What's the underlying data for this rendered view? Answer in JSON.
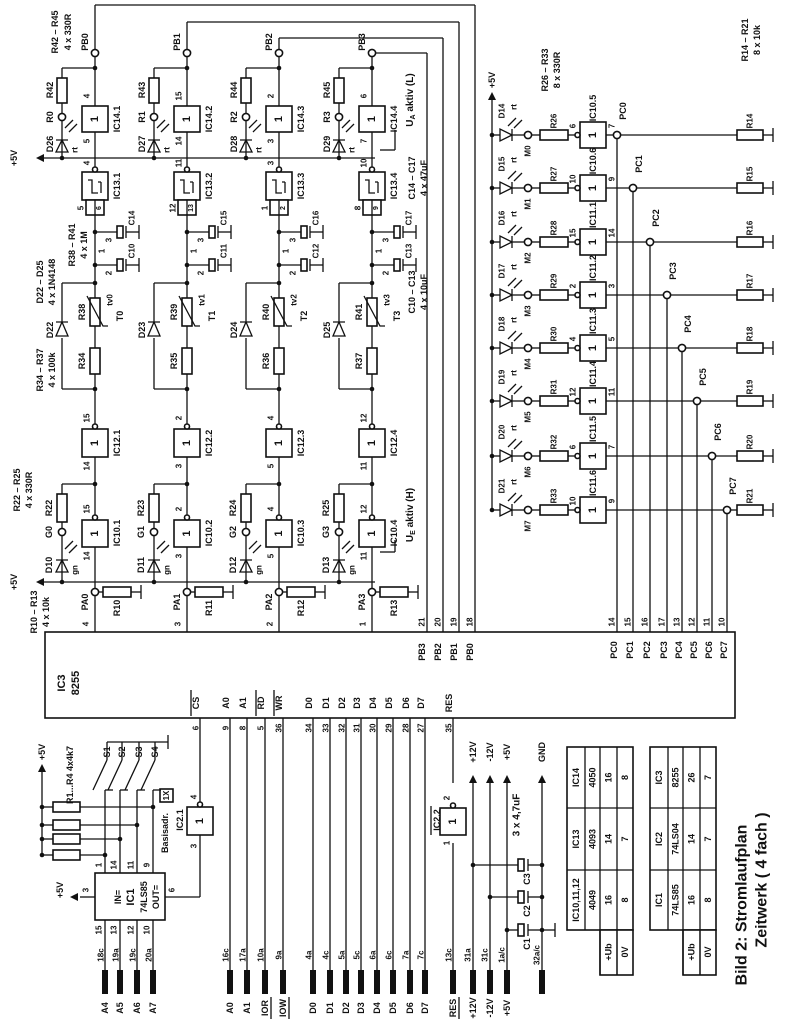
{
  "title": {
    "line1": "Bild 2:  Stromlaufplan",
    "line2": "Zeitwerk ( 4 fach )"
  },
  "ic3": {
    "name": "IC3",
    "type": "8255"
  },
  "supply_label": "+5V",
  "channels": [
    {
      "pa": "PA0",
      "pa_pin": "4",
      "r_pd": "R10",
      "led": "D10",
      "led_color": "gn",
      "g": "G0",
      "r_led": "R22",
      "ic10": "IC10.1",
      "ic10_in": "14",
      "ic10_out": "15",
      "ic12": "IC12.1",
      "ic12_in": "14",
      "ic12_out": "15",
      "r_ser": "R34",
      "diode": "D22",
      "therm": "R38",
      "tv": "tv0",
      "t": "T0",
      "c_low": "C10",
      "c_high": "C14",
      "j1": "1",
      "j2": "2",
      "j3": "3",
      "ic13": "IC13.1",
      "ic13_in_inner": "6",
      "ic13_in_outer": "5",
      "ic13_out": "4",
      "ic14": "IC14.1",
      "ic14_in": "5",
      "ic14_out": "4",
      "led2": "D26",
      "led2_color": "rt",
      "rname": "R0",
      "r_led2": "R42",
      "pb": "PB0",
      "pb_pin": "18"
    },
    {
      "pa": "PA1",
      "pa_pin": "3",
      "r_pd": "R11",
      "led": "D11",
      "led_color": "gn",
      "g": "G1",
      "r_led": "R23",
      "ic10": "IC10.2",
      "ic10_in": "3",
      "ic10_out": "2",
      "ic12": "IC12.2",
      "ic12_in": "3",
      "ic12_out": "2",
      "r_ser": "R35",
      "diode": "D23",
      "therm": "R39",
      "tv": "tv1",
      "t": "T1",
      "c_low": "C11",
      "c_high": "C15",
      "j1": "1",
      "j2": "2",
      "j3": "3",
      "ic13": "IC13.2",
      "ic13_in_inner": "13",
      "ic13_in_outer": "12",
      "ic13_out": "11",
      "ic14": "IC14.2",
      "ic14_in": "14",
      "ic14_out": "15",
      "led2": "D27",
      "led2_color": "rt",
      "rname": "R1",
      "r_led2": "R43",
      "pb": "PB1",
      "pb_pin": "19"
    },
    {
      "pa": "PA2",
      "pa_pin": "2",
      "r_pd": "R12",
      "led": "D12",
      "led_color": "gn",
      "g": "G2",
      "r_led": "R24",
      "ic10": "IC10.3",
      "ic10_in": "5",
      "ic10_out": "4",
      "ic12": "IC12.3",
      "ic12_in": "5",
      "ic12_out": "4",
      "r_ser": "R36",
      "diode": "D24",
      "therm": "R40",
      "tv": "tv2",
      "t": "T2",
      "c_low": "C12",
      "c_high": "C16",
      "j1": "1",
      "j2": "2",
      "j3": "3",
      "ic13": "IC13.3",
      "ic13_in_inner": "2",
      "ic13_in_outer": "1",
      "ic13_out": "3",
      "ic14": "IC14.3",
      "ic14_in": "3",
      "ic14_out": "2",
      "led2": "D28",
      "led2_color": "rt",
      "rname": "R2",
      "r_led2": "R44",
      "pb": "PB2",
      "pb_pin": "20"
    },
    {
      "pa": "PA3",
      "pa_pin": "1",
      "r_pd": "R13",
      "led": "D13",
      "led_color": "gn",
      "g": "G3",
      "r_led": "R25",
      "ic10": "IC10.4",
      "ic10_in": "11",
      "ic10_out": "12",
      "ic12": "IC12.4",
      "ic12_in": "11",
      "ic12_out": "12",
      "r_ser": "R37",
      "diode": "D25",
      "therm": "R41",
      "tv": "tv3",
      "t": "T3",
      "c_low": "C13",
      "c_high": "C17",
      "j1": "1",
      "j2": "2",
      "j3": "3",
      "ic13": "IC13.4",
      "ic13_in_inner": "9",
      "ic13_in_outer": "8",
      "ic13_out": "10",
      "ic14": "IC14.4",
      "ic14_in": "7",
      "ic14_out": "6",
      "led2": "D29",
      "led2_color": "rt",
      "rname": "R3",
      "r_led2": "R45",
      "pb": "PB3",
      "pb_pin": "21"
    }
  ],
  "channel_notes": {
    "r42_45": [
      "R42 – R45",
      "4 x 330R"
    ],
    "d22_25": [
      "D22 – D25",
      "4 x 1N4148"
    ],
    "r38_41": [
      "R38 – R41",
      "4 x 1M"
    ],
    "c14_17": [
      "C14 – C17",
      "4 x 47uF"
    ],
    "c10_13": [
      "C10 – C13",
      "4 x 10uF"
    ],
    "r34_37": [
      "R34 – R37",
      "4 x 100k"
    ],
    "r22_25": [
      "R22 – R25",
      "4 x 330R"
    ],
    "r10_13": [
      "R10 – R13",
      "4 x 10k"
    ]
  },
  "ua_label": {
    "symbol": "U",
    "subscript": "A",
    "text": " aktiv (L)"
  },
  "ue_label": {
    "symbol": "U",
    "subscript": "E",
    "text": " aktiv (H)"
  },
  "outputs": [
    {
      "pc": "PC0",
      "pin": "14",
      "led": "D14",
      "color": "rt",
      "m": "M0",
      "r": "R26",
      "ic": "IC10.5",
      "in": "6",
      "out": "7",
      "rpd": "R14"
    },
    {
      "pc": "PC1",
      "pin": "15",
      "led": "D15",
      "color": "rt",
      "m": "M1",
      "r": "R27",
      "ic": "IC10.6",
      "in": "10",
      "out": "9",
      "rpd": "R15"
    },
    {
      "pc": "PC2",
      "pin": "16",
      "led": "D16",
      "color": "rt",
      "m": "M2",
      "r": "R28",
      "ic": "IC11.1",
      "in": "15",
      "out": "14",
      "rpd": "R16"
    },
    {
      "pc": "PC3",
      "pin": "17",
      "led": "D17",
      "color": "rt",
      "m": "M3",
      "r": "R29",
      "ic": "IC11.2",
      "in": "2",
      "out": "3",
      "rpd": "R17"
    },
    {
      "pc": "PC4",
      "pin": "13",
      "led": "D18",
      "color": "rt",
      "m": "M4",
      "r": "R30",
      "ic": "IC11.3",
      "in": "4",
      "out": "5",
      "rpd": "R18"
    },
    {
      "pc": "PC5",
      "pin": "12",
      "led": "D19",
      "color": "rt",
      "m": "M5",
      "r": "R31",
      "ic": "IC11.4",
      "in": "12",
      "out": "11",
      "rpd": "R19"
    },
    {
      "pc": "PC6",
      "pin": "11",
      "led": "D20",
      "color": "rt",
      "m": "M6",
      "r": "R32",
      "ic": "IC11.5",
      "in": "6",
      "out": "7",
      "rpd": "R20"
    },
    {
      "pc": "PC7",
      "pin": "10",
      "led": "D21",
      "color": "rt",
      "m": "M7",
      "r": "R33",
      "ic": "IC11.6",
      "in": "10",
      "out": "9",
      "rpd": "R21"
    }
  ],
  "output_notes": {
    "r26_33": [
      "R26 – R33",
      "8 x 330R"
    ],
    "r14_21": [
      "R14 – R21",
      "8 x 10k"
    ]
  },
  "bus": [
    {
      "sig": "CS",
      "pin": "6"
    },
    {
      "sig": "A0",
      "pin": "9",
      "conn_pin": "16c",
      "conn": "A0"
    },
    {
      "sig": "A1",
      "pin": "8",
      "conn_pin": "17a",
      "conn": "A1"
    },
    {
      "sig": "RD",
      "pin": "5",
      "conn_pin": "10a",
      "conn": "IOR"
    },
    {
      "sig": "WR",
      "pin": "36",
      "conn_pin": "9a",
      "conn": "IOW"
    },
    {
      "sig": "D0",
      "pin": "34",
      "conn_pin": "4a",
      "conn": "D0"
    },
    {
      "sig": "D1",
      "pin": "33",
      "conn_pin": "4c",
      "conn": "D1"
    },
    {
      "sig": "D2",
      "pin": "32",
      "conn_pin": "5a",
      "conn": "D2"
    },
    {
      "sig": "D3",
      "pin": "31",
      "conn_pin": "5c",
      "conn": "D3"
    },
    {
      "sig": "D4",
      "pin": "30",
      "conn_pin": "6a",
      "conn": "D4"
    },
    {
      "sig": "D5",
      "pin": "29",
      "conn_pin": "6c",
      "conn": "D5"
    },
    {
      "sig": "D6",
      "pin": "28",
      "conn_pin": "7a",
      "conn": "D6"
    },
    {
      "sig": "D7",
      "pin": "27",
      "conn_pin": "7c",
      "conn": "D7"
    },
    {
      "sig": "RES",
      "pin": "35",
      "conn_pin": "13c",
      "conn": "RES"
    }
  ],
  "decoder": {
    "ic": "IC1",
    "type": "74LS85",
    "in_label": "IN=",
    "out_label": "OUT=",
    "pin_in": "3",
    "pin_out": "6",
    "top_pins": [
      "1",
      "14",
      "11",
      "9"
    ],
    "address_inputs": [
      {
        "conn": "A4",
        "conn_pin": "18c",
        "pin": "15"
      },
      {
        "conn": "A5",
        "conn_pin": "19a",
        "pin": "13"
      },
      {
        "conn": "A6",
        "conn_pin": "19c",
        "pin": "12"
      },
      {
        "conn": "A7",
        "conn_pin": "20a",
        "pin": "10"
      }
    ],
    "switches": [
      "S1",
      "S2",
      "S3",
      "S4"
    ],
    "resistors_note": "R1...R4  4x4k7",
    "base_addr": "Basisadr.",
    "jumper": "1X",
    "inverter": "IC2.1",
    "inv_in": "3",
    "inv_out": "4"
  },
  "reset_inverter": {
    "name": "IC2.2",
    "pin_in": "1",
    "pin_out": "2"
  },
  "power": {
    "rails": [
      {
        "label": "+12V",
        "conn_pin": "31a",
        "conn": "+12V"
      },
      {
        "label": "-12V",
        "conn_pin": "31c",
        "conn": "-12V"
      },
      {
        "label": "+5V",
        "conn_pin": "1a/c",
        "conn": "+5V"
      },
      {
        "label": "GND",
        "conn_pin": "32a/c"
      }
    ],
    "caps": [
      "C1",
      "C2",
      "C3"
    ],
    "caps_note": "3 x 4,7uF"
  },
  "gate_symbol": "1",
  "tables": [
    {
      "legend": [
        "+Ub",
        "0V"
      ],
      "rows": [
        {
          "ic": "IC14",
          "type": "4050",
          "ub": "16",
          "gnd": "8"
        },
        {
          "ic": "IC13",
          "type": "4093",
          "ub": "14",
          "gnd": "7"
        },
        {
          "ic": "IC10,11,12",
          "type": "4049",
          "ub": "16",
          "gnd": "8"
        }
      ]
    },
    {
      "legend": [
        "+Ub",
        "0V"
      ],
      "rows": [
        {
          "ic": "IC3",
          "type": "8255",
          "ub": "26",
          "gnd": "7"
        },
        {
          "ic": "IC2",
          "type": "74LS04",
          "ub": "14",
          "gnd": "7"
        },
        {
          "ic": "IC1",
          "type": "74LS85",
          "ub": "16",
          "gnd": "8"
        }
      ]
    }
  ]
}
